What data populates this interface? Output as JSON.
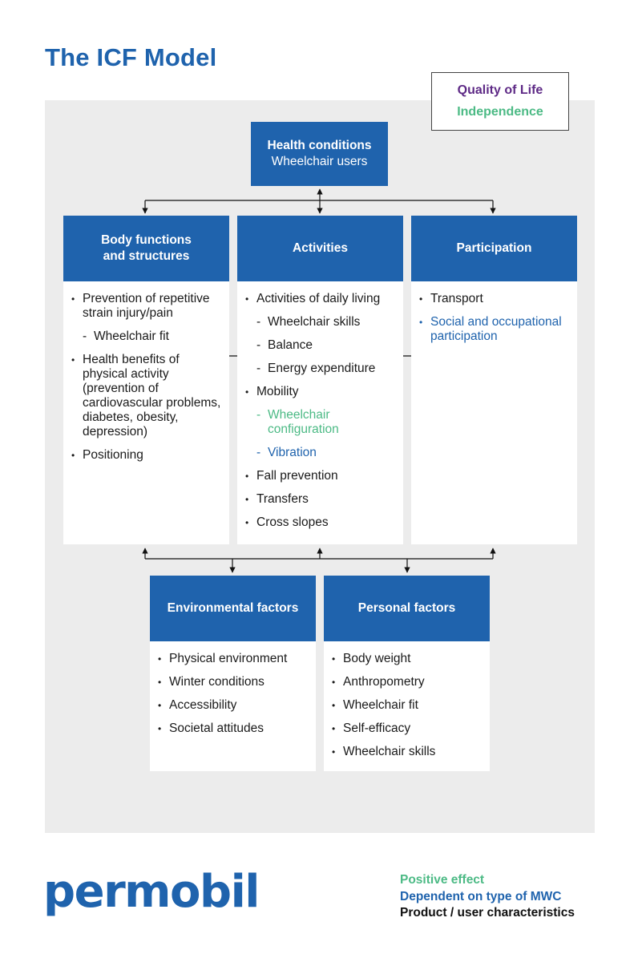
{
  "title": "The ICF Model",
  "colors": {
    "brand_blue": "#1f63ad",
    "positive_green": "#4cba85",
    "quality_purple": "#5e2a86",
    "background_gray": "#ececec"
  },
  "outcomes": {
    "quality_of_life": "Quality of Life",
    "independence": "Independence"
  },
  "health_conditions": {
    "title": "Health conditions",
    "subtitle": "Wheelchair users"
  },
  "body_functions": {
    "title_line1": "Body functions",
    "title_line2": "and structures",
    "items": [
      {
        "text": "Prevention of repetitive strain injury/pain",
        "level": "bullet",
        "effect": "product"
      },
      {
        "text": "Wheelchair fit",
        "level": "sub",
        "effect": "product"
      },
      {
        "text": "Health benefits of physical activity (prevention of cardiovascular problems, diabetes, obesity, depression)",
        "level": "bullet",
        "effect": "product"
      },
      {
        "text": "Positioning",
        "level": "bullet",
        "effect": "product"
      }
    ]
  },
  "activities": {
    "title": "Activities",
    "items": [
      {
        "text": "Activities of daily living",
        "level": "bullet",
        "effect": "product"
      },
      {
        "text": "Wheelchair skills",
        "level": "sub",
        "effect": "product"
      },
      {
        "text": "Balance",
        "level": "sub",
        "effect": "product"
      },
      {
        "text": "Energy expenditure",
        "level": "sub",
        "effect": "product"
      },
      {
        "text": "Mobility",
        "level": "bullet",
        "effect": "product"
      },
      {
        "text": "Wheelchair configuration",
        "level": "sub",
        "effect": "positive"
      },
      {
        "text": "Vibration",
        "level": "sub",
        "effect": "dependent"
      },
      {
        "text": "Fall prevention",
        "level": "bullet",
        "effect": "product"
      },
      {
        "text": "Transfers",
        "level": "bullet",
        "effect": "product"
      },
      {
        "text": "Cross slopes",
        "level": "bullet",
        "effect": "product"
      }
    ]
  },
  "participation": {
    "title": "Participation",
    "items": [
      {
        "text": "Transport",
        "level": "bullet",
        "effect": "product"
      },
      {
        "text": "Social and occupational participation",
        "level": "bullet",
        "effect": "dependent"
      }
    ]
  },
  "environmental": {
    "title": "Environmental factors",
    "items": [
      {
        "text": "Physical environment",
        "level": "bullet",
        "effect": "product"
      },
      {
        "text": "Winter conditions",
        "level": "bullet",
        "effect": "product"
      },
      {
        "text": "Accessibility",
        "level": "bullet",
        "effect": "product"
      },
      {
        "text": "Societal attitudes",
        "level": "bullet",
        "effect": "product"
      }
    ]
  },
  "personal": {
    "title": "Personal factors",
    "items": [
      {
        "text": "Body weight",
        "level": "bullet",
        "effect": "product"
      },
      {
        "text": "Anthropometry",
        "level": "bullet",
        "effect": "product"
      },
      {
        "text": "Wheelchair fit",
        "level": "bullet",
        "effect": "product"
      },
      {
        "text": "Self-efficacy",
        "level": "bullet",
        "effect": "product"
      },
      {
        "text": "Wheelchair skills",
        "level": "bullet",
        "effect": "product"
      }
    ]
  },
  "logo": "permobil",
  "legend": {
    "positive": "Positive effect",
    "dependent": "Dependent on type of MWC",
    "product": "Product / user characteristics"
  }
}
